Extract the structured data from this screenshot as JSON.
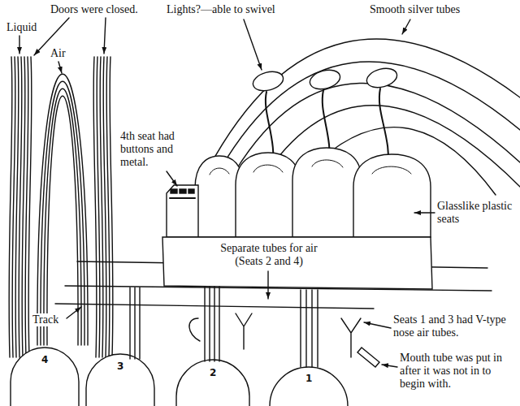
{
  "diagram": {
    "labels": [
      "Doors were closed.",
      "Liquid",
      "Air",
      "Lights?—able to swivel",
      "Smooth silver tubes",
      "4th seat had buttons and metal.",
      "Glasslike plastic seats",
      "Separate tubes for air (Seats 2 and 4)",
      "Track",
      "Seats 1 and 3 had V-type nose air tubes.",
      "Mouth tube was put in after it was not in to begin with.",
      "4",
      "3",
      "2",
      "1"
    ]
  }
}
